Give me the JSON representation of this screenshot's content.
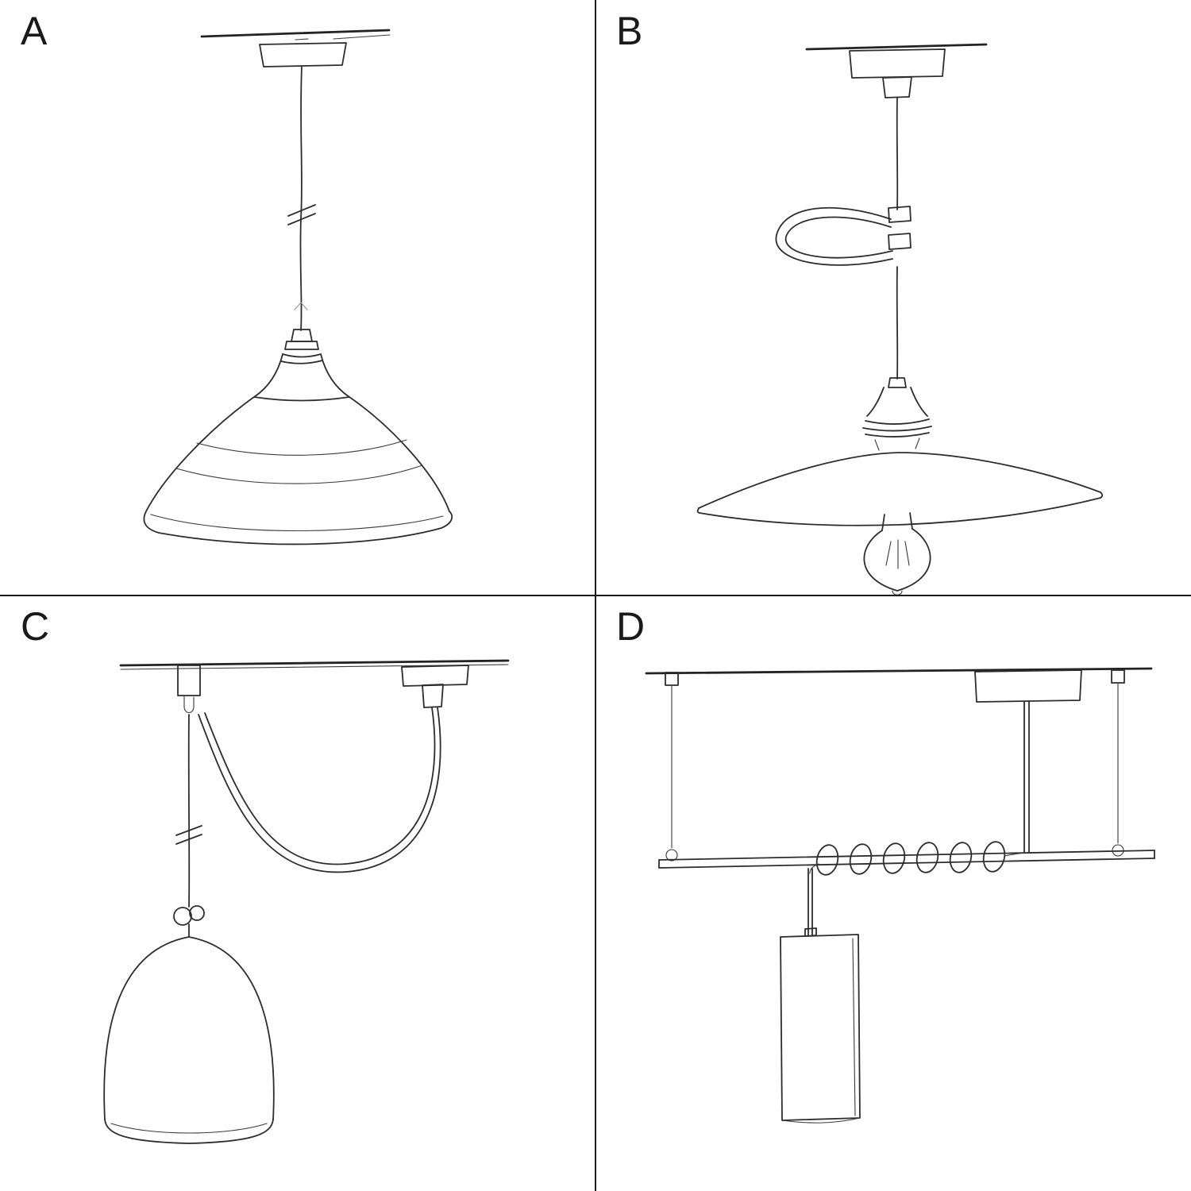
{
  "page": {
    "background_color": "#ffffff",
    "divider_color": "#1c1c1c",
    "sketch_color": "#2d2d2d"
  },
  "panels": [
    {
      "label": "A",
      "illustration": "pendant-straight-drop-with-metal-bowl-shade-sketch"
    },
    {
      "label": "B",
      "illustration": "pendant-with-cable-clip-loop-flat-plate-shade-and-bulb-sketch"
    },
    {
      "label": "C",
      "illustration": "swag-pendant-with-ceiling-hook-knot-and-bell-shade-sketch"
    },
    {
      "label": "D",
      "illustration": "suspended-bar-with-coiled-cable-and-tube-pendant-sketch"
    }
  ]
}
